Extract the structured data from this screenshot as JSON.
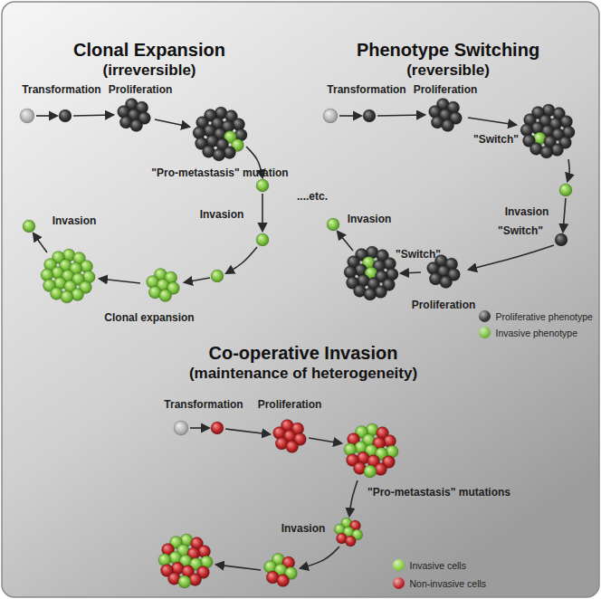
{
  "diagram": {
    "labels": [
      "Clonal Expansion",
      "(irreversible)",
      "Transformation",
      "Proliferation",
      "\"Pro-metastasis\" mutation",
      "Invasion",
      "Clonal expansion",
      "Invasion",
      "Phenotype Switching",
      "(reversible)",
      "Transformation",
      "Proliferation",
      "\"Switch\"",
      "Invasion",
      "\"Switch\"",
      "....etc.",
      "Invasion",
      "\"Switch\"",
      "Proliferation",
      "Co-operative Invasion",
      "(maintenance of heterogeneity)",
      "Transformation",
      "Proliferation",
      "\"Pro-metastasis\" mutations",
      "Invasion"
    ],
    "legend": [
      {
        "text": "Proliferative phenotype",
        "color": "#3a3a3a"
      },
      {
        "text": "Invasive phenotype",
        "color": "#7dc242"
      },
      {
        "text": "Invasive cells",
        "color": "#8ed343"
      },
      {
        "text": "Non-invasive cells",
        "color": "#c0282a"
      }
    ]
  }
}
